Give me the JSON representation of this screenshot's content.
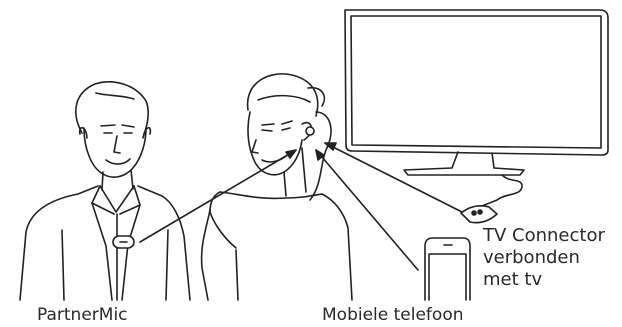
{
  "labels": {
    "partner_mic": "PartnerMic",
    "mobile_phone": "Mobiele telefoon",
    "tv_connector": [
      "TV Connector",
      "verbonden",
      "met tv"
    ]
  }
}
